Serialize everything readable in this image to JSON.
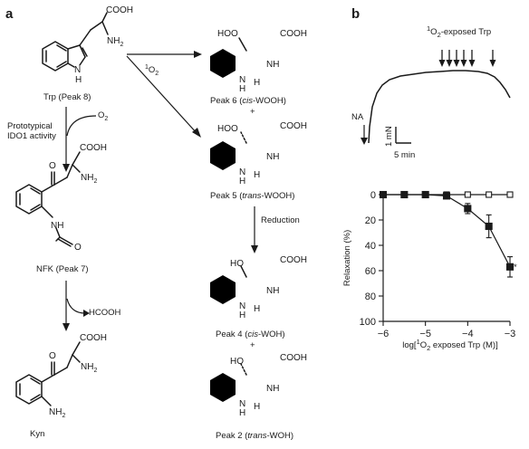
{
  "panel_a": {
    "letter": "a",
    "trp_label": "Trp (Peak 8)",
    "ido_label_line1": "Prototypical",
    "ido_label_line2": "IDO1 activity",
    "o2_label": "O",
    "o2_sub": "2",
    "singlet_o2_sup": "1",
    "singlet_o2_main": "O",
    "singlet_o2_sub": "2",
    "nfk_label": "NFK (Peak 7)",
    "hcooh_label": "HCOOH",
    "kyn_label": "Kyn",
    "peak6_pre": "Peak 6 (",
    "peak6_it": "cis",
    "peak6_post": "-WOOH)",
    "peak5_pre": "Peak 5 (",
    "peak5_it": "trans",
    "peak5_post": "-WOOH)",
    "peak4_pre": "Peak 4 (",
    "peak4_it": "cis",
    "peak4_post": "-WOH)",
    "peak2_pre": "Peak 2 (",
    "peak2_it": "trans",
    "peak2_post": "-WOH)",
    "plus": "+",
    "reduction_label": "Reduction",
    "atoms": {
      "cooh": "COOH",
      "nh2": "NH",
      "nh2_sub": "2",
      "n": "N",
      "h": "H",
      "nh": "NH",
      "o": "O",
      "hoo": "HOO",
      "ho": "HO"
    }
  },
  "panel_b": {
    "letter": "b",
    "exposed_sup": "1",
    "exposed_main": "O",
    "exposed_sub": "2",
    "exposed_rest": "-exposed Trp",
    "na_label": "NA",
    "scale_force": "1 mN",
    "scale_time": "5 min",
    "trace_points": [
      [
        407,
        158
      ],
      [
        408,
        140
      ],
      [
        411,
        118
      ],
      [
        416,
        103
      ],
      [
        422,
        94
      ],
      [
        430,
        88
      ],
      [
        442,
        84
      ],
      [
        456,
        82
      ],
      [
        470,
        80
      ],
      [
        486,
        79
      ],
      [
        500,
        78
      ],
      [
        514,
        78
      ],
      [
        528,
        79
      ],
      [
        538,
        81
      ],
      [
        546,
        85
      ],
      [
        552,
        91
      ],
      [
        558,
        99
      ],
      [
        563,
        108
      ]
    ],
    "exposure_arrows": [
      488,
      496,
      504,
      512,
      521,
      544
    ]
  },
  "chart_data": {
    "type": "scatter",
    "title": "",
    "xlabel_pre": "log[",
    "xlabel_sup": "1",
    "xlabel_main": "O",
    "xlabel_sub": "2",
    "xlabel_post": " exposed Trp (M)]",
    "ylabel": "Relaxation (%)",
    "xlim": [
      -6,
      -3
    ],
    "ylim": [
      0,
      100
    ],
    "y_inverted": true,
    "x_ticks": [
      -6,
      -5,
      -4,
      -3
    ],
    "x_tick_labels": [
      "−6",
      "−5",
      "−4",
      "−3"
    ],
    "y_ticks": [
      0,
      20,
      40,
      60,
      80,
      100
    ],
    "y_tick_labels": [
      "0",
      "20",
      "40",
      "60",
      "80",
      "100"
    ],
    "grid": false,
    "series": [
      {
        "marker": "open-square",
        "x": [
          -6,
          -5.5,
          -5,
          -4.5,
          -4,
          -3.5,
          -3
        ],
        "y": [
          0,
          0,
          0,
          0,
          0,
          0,
          0
        ],
        "err": [
          0,
          0,
          0,
          0,
          0,
          0,
          0
        ]
      },
      {
        "marker": "filled-square",
        "x": [
          -6,
          -5.5,
          -5,
          -4.5,
          -4,
          -3.5,
          -3
        ],
        "y": [
          0,
          0,
          0,
          1,
          11,
          25,
          57
        ],
        "err": [
          0,
          0,
          0,
          1,
          4,
          9,
          8
        ]
      }
    ],
    "annotation": "*"
  }
}
